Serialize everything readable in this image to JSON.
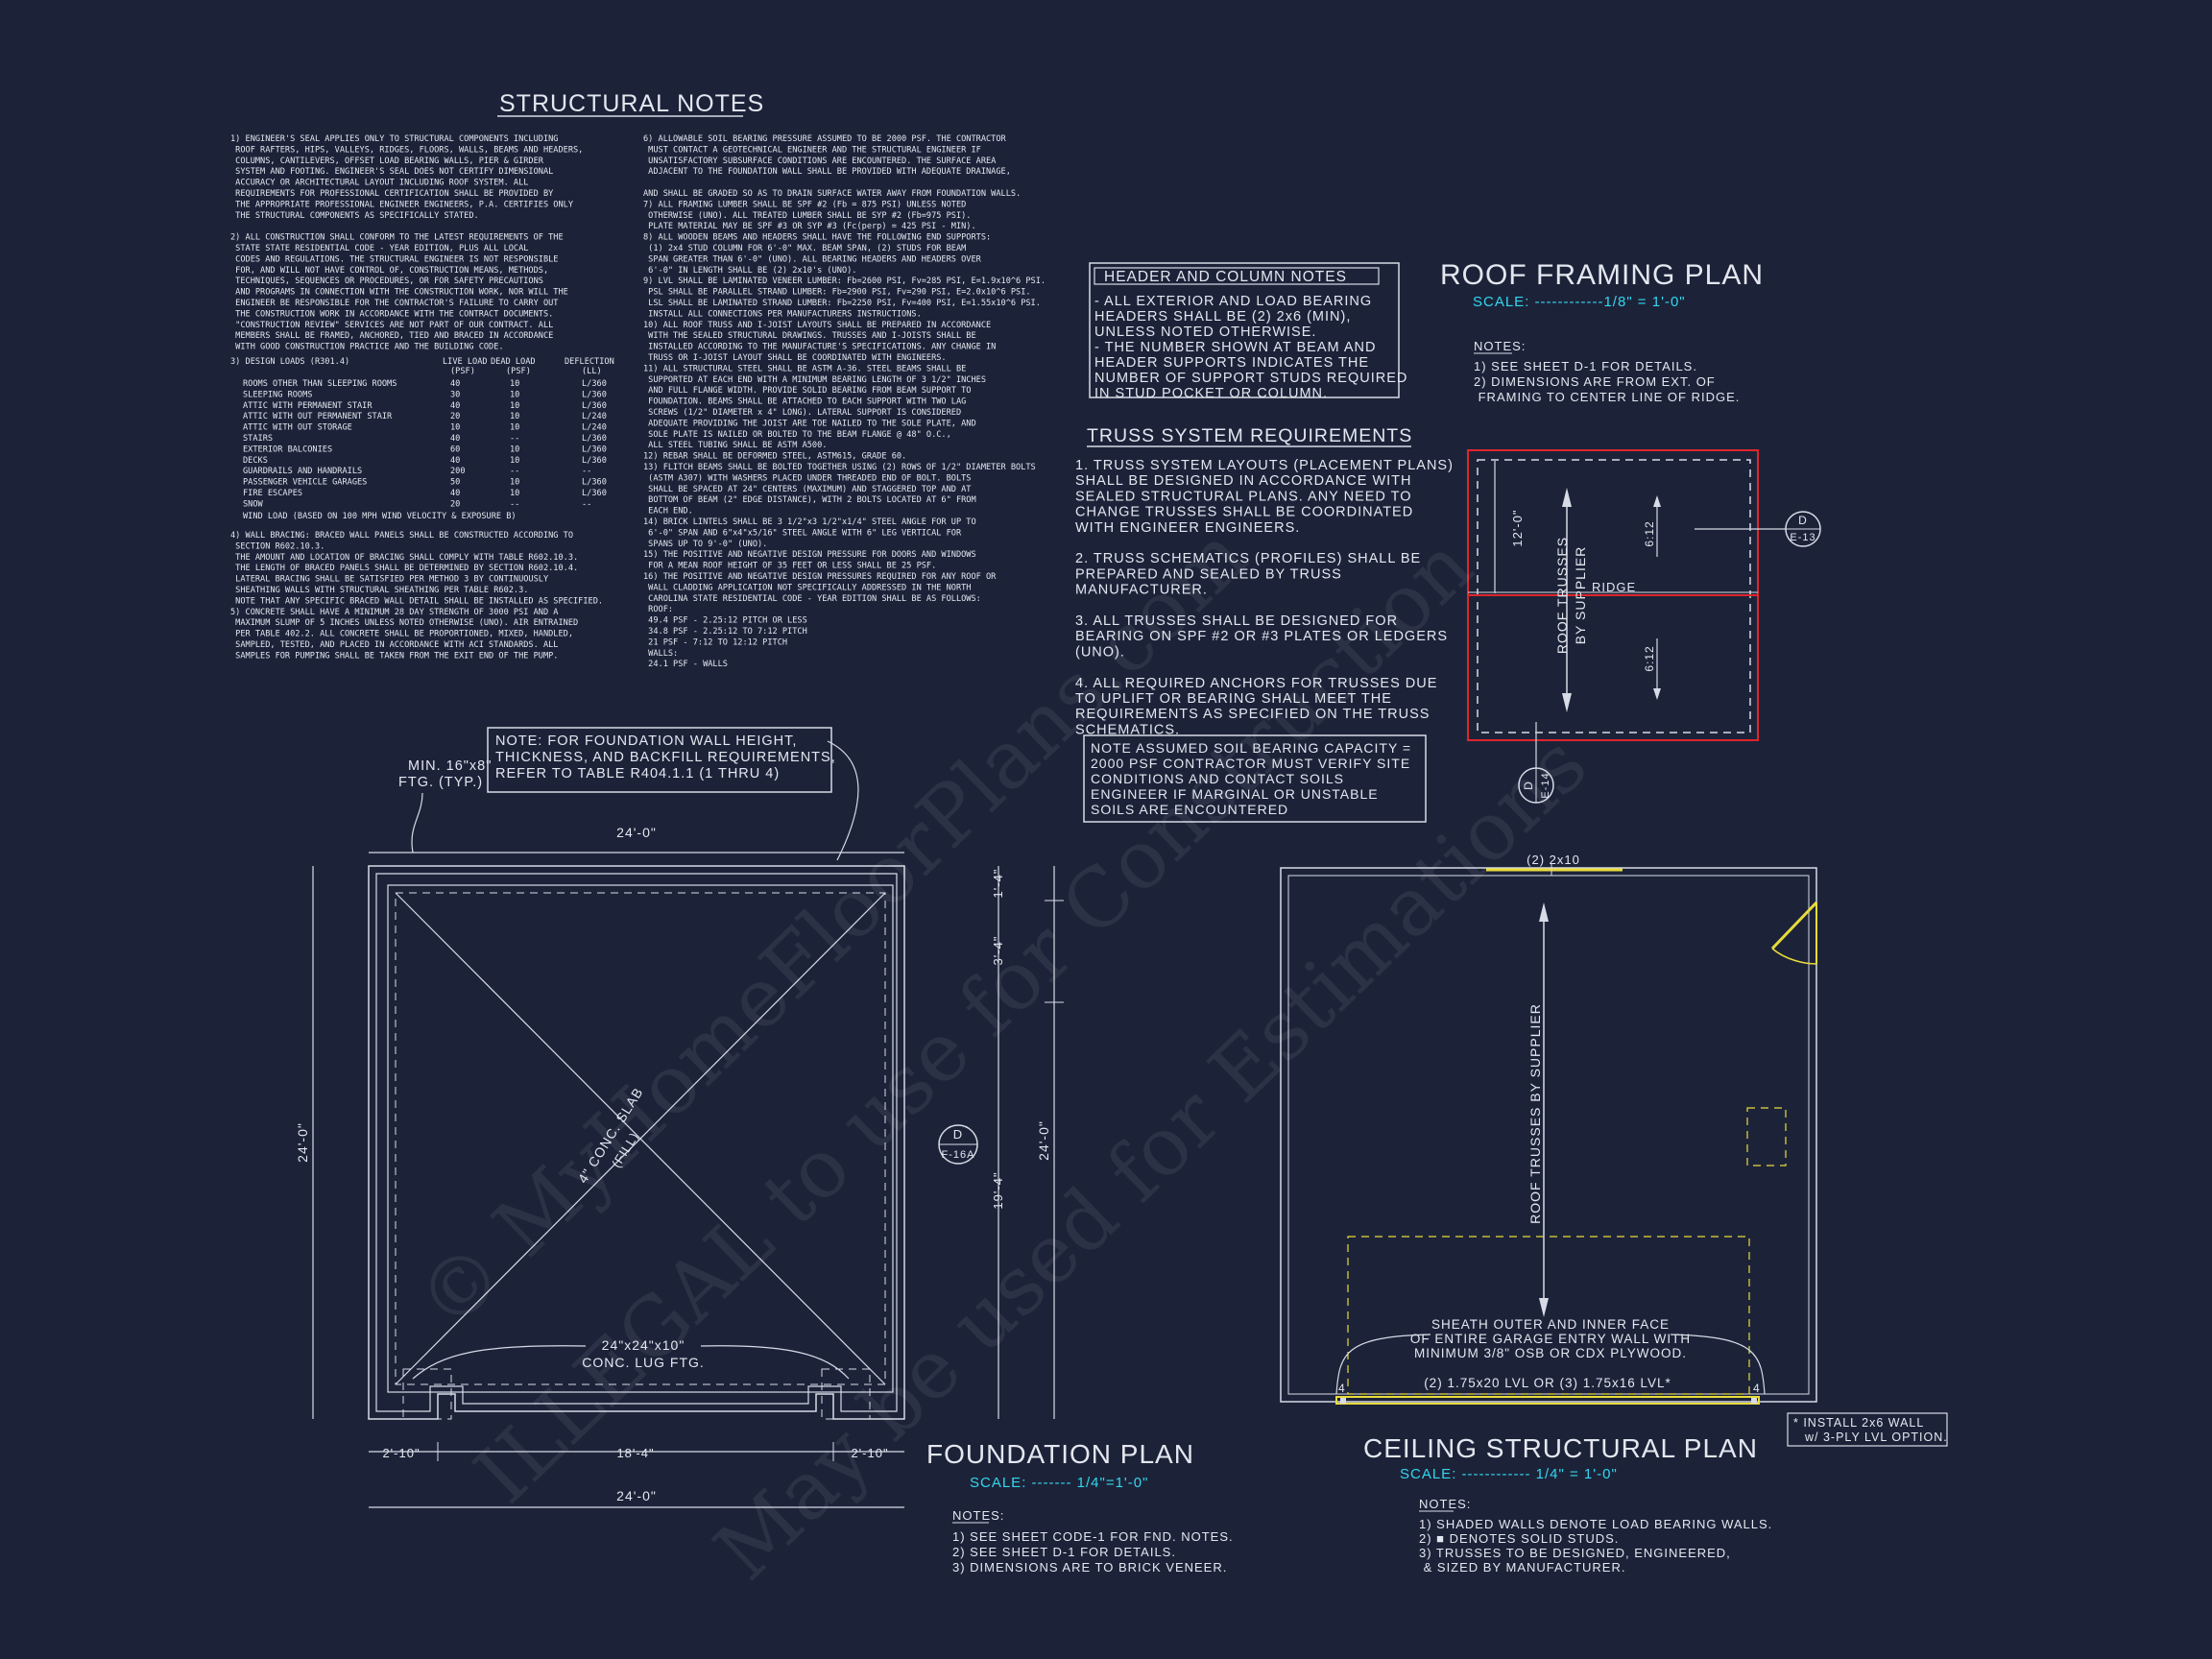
{
  "structural_notes": {
    "title": "STRUCTURAL NOTES",
    "col1": [
      "1) ENGINEER'S SEAL APPLIES ONLY TO STRUCTURAL COMPONENTS INCLUDING",
      "   ROOF RAFTERS, HIPS, VALLEYS, RIDGES, FLOORS, WALLS, BEAMS AND HEADERS,",
      "   COLUMNS, CANTILEVERS, OFFSET LOAD BEARING WALLS, PIER & GIRDER",
      "   SYSTEM AND FOOTING. ENGINEER'S SEAL DOES NOT CERTIFY DIMENSIONAL",
      "   ACCURACY OR ARCHITECTURAL LAYOUT INCLUDING ROOF SYSTEM. ALL",
      "   REQUIREMENTS FOR PROFESSIONAL CERTIFICATION SHALL BE PROVIDED BY",
      "   THE APPROPRIATE PROFESSIONAL ENGINEER ENGINEERS, P.A. CERTIFIES ONLY",
      "   THE STRUCTURAL COMPONENTS AS SPECIFICALLY STATED.",
      "",
      "2) ALL CONSTRUCTION SHALL CONFORM TO THE LATEST REQUIREMENTS OF THE",
      "   STATE STATE RESIDENTIAL CODE - YEAR EDITION, PLUS ALL LOCAL",
      "   CODES AND REGULATIONS. THE STRUCTURAL ENGINEER IS NOT RESPONSIBLE",
      "   FOR, AND WILL NOT HAVE CONTROL OF, CONSTRUCTION MEANS, METHODS,",
      "   TECHNIQUES, SEQUENCES OR PROCEDURES, OR FOR SAFETY PRECAUTIONS",
      "   AND PROGRAMS IN CONNECTION WITH THE CONSTRUCTION WORK, NOR WILL THE",
      "   ENGINEER BE RESPONSIBLE FOR THE CONTRACTOR'S FAILURE TO CARRY OUT",
      "   THE CONSTRUCTION WORK IN ACCORDANCE WITH THE CONTRACT DOCUMENTS.",
      "   \"CONSTRUCTION REVIEW\" SERVICES ARE NOT PART OF OUR CONTRACT. ALL",
      "   MEMBERS SHALL BE FRAMED, ANCHORED, TIED AND BRACED IN ACCORDANCE",
      "   WITH GOOD CONSTRUCTION PRACTICE AND THE BUILDING CODE."
    ],
    "design_loads_heading": "3) DESIGN LOADS (R301.4)",
    "load_headers": [
      "LIVE LOAD",
      "DEAD LOAD",
      "DEFLECTION"
    ],
    "load_units": [
      "(PSF)",
      "(PSF)",
      "(LL)"
    ],
    "loads": [
      [
        "ROOMS OTHER THAN SLEEPING ROOMS",
        "40",
        "10",
        "L/360"
      ],
      [
        "SLEEPING ROOMS",
        "30",
        "10",
        "L/360"
      ],
      [
        "ATTIC WITH PERMANENT STAIR",
        "40",
        "10",
        "L/360"
      ],
      [
        "ATTIC WITH OUT PERMANENT STAIR",
        "20",
        "10",
        "L/240"
      ],
      [
        "ATTIC WITH OUT STORAGE",
        "10",
        "10",
        "L/240"
      ],
      [
        "STAIRS",
        "40",
        "--",
        "L/360"
      ],
      [
        "EXTERIOR BALCONIES",
        "60",
        "10",
        "L/360"
      ],
      [
        "DECKS",
        "40",
        "10",
        "L/360"
      ],
      [
        "GUARDRAILS AND HANDRAILS",
        "200",
        "--",
        "--"
      ],
      [
        "PASSENGER VEHICLE GARAGES",
        "50",
        "10",
        "L/360"
      ],
      [
        "FIRE ESCAPES",
        "40",
        "10",
        "L/360"
      ],
      [
        "SNOW",
        "20",
        "--",
        "--"
      ]
    ],
    "wind_load": "WIND LOAD          (BASED ON 100 MPH WIND VELOCITY & EXPOSURE B)",
    "col1b": [
      "4) WALL BRACING: BRACED WALL PANELS SHALL BE CONSTRUCTED ACCORDING TO",
      "   SECTION R602.10.3.",
      "   THE AMOUNT AND LOCATION OF BRACING SHALL COMPLY WITH TABLE R602.10.3.",
      "   THE LENGTH OF BRACED PANELS SHALL BE DETERMINED BY SECTION R602.10.4.",
      "   LATERAL BRACING SHALL BE SATISFIED PER METHOD 3 BY CONTINUOUSLY",
      "   SHEATHING WALLS WITH STRUCTURAL SHEATHING PER TABLE R602.3.",
      "   NOTE THAT ANY SPECIFIC BRACED WALL DETAIL SHALL BE INSTALLED AS SPECIFIED.",
      "5) CONCRETE SHALL HAVE A MINIMUM 28 DAY STRENGTH OF 3000 PSI AND A",
      "   MAXIMUM SLUMP OF 5 INCHES UNLESS NOTED OTHERWISE (UNO). AIR ENTRAINED",
      "   PER TABLE 402.2. ALL CONCRETE SHALL BE PROPORTIONED, MIXED, HANDLED,",
      "   SAMPLED, TESTED, AND PLACED IN ACCORDANCE WITH ACI STANDARDS. ALL",
      "   SAMPLES FOR PUMPING SHALL BE TAKEN FROM THE EXIT END OF THE PUMP."
    ],
    "col2": [
      "6) ALLOWABLE SOIL BEARING PRESSURE ASSUMED TO BE 2000 PSF. THE CONTRACTOR",
      "   MUST CONTACT A GEOTECHNICAL ENGINEER AND THE STRUCTURAL ENGINEER IF",
      "   UNSATISFACTORY SUBSURFACE CONDITIONS ARE ENCOUNTERED. THE SURFACE AREA",
      "   ADJACENT TO THE FOUNDATION WALL SHALL BE PROVIDED WITH ADEQUATE DRAINAGE,",
      "",
      "AND SHALL BE GRADED SO AS TO DRAIN SURFACE WATER AWAY FROM FOUNDATION WALLS.",
      "7) ALL FRAMING LUMBER SHALL BE SPF #2 (Fb = 875 PSI) UNLESS NOTED",
      "   OTHERWISE (UNO). ALL TREATED LUMBER SHALL BE SYP #2 (Fb=975 PSI).",
      "   PLATE MATERIAL MAY BE SPF #3 OR SYP #3 (Fc(perp) = 425 PSI - MIN).",
      "8) ALL WOODEN BEAMS AND HEADERS SHALL HAVE THE FOLLOWING END SUPPORTS:",
      "   (1) 2x4 STUD COLUMN FOR 6'-0\" MAX. BEAM SPAN, (2) STUDS FOR BEAM",
      "   SPAN GREATER THAN 6'-0\" (UNO). ALL BEARING HEADERS AND HEADERS OVER",
      "   6'-0\" IN LENGTH SHALL BE (2) 2x10's (UNO).",
      "9) LVL SHALL BE LAMINATED VENEER LUMBER: Fb=2600 PSI, Fv=285 PSI, E=1.9x10^6 PSI.",
      "   PSL SHALL BE PARALLEL STRAND LUMBER: Fb=2900 PSI, Fv=290 PSI, E=2.0x10^6 PSI.",
      "   LSL SHALL BE LAMINATED STRAND LUMBER: Fb=2250 PSI, Fv=400 PSI, E=1.55x10^6 PSI.",
      "   INSTALL ALL CONNECTIONS PER MANUFACTURERS INSTRUCTIONS.",
      "10) ALL ROOF TRUSS AND I-JOIST LAYOUTS SHALL BE PREPARED IN ACCORDANCE",
      "   WITH THE SEALED STRUCTURAL DRAWINGS. TRUSSES AND I-JOISTS SHALL BE",
      "   INSTALLED ACCORDING TO THE MANUFACTURE'S SPECIFICATIONS. ANY CHANGE IN",
      "   TRUSS OR I-JOIST LAYOUT SHALL BE COORDINATED WITH ENGINEERS.",
      "11) ALL STRUCTURAL STEEL SHALL BE ASTM A-36. STEEL BEAMS SHALL BE",
      "   SUPPORTED AT EACH END WITH A MINIMUM BEARING LENGTH OF 3 1/2\" INCHES",
      "   AND FULL FLANGE WIDTH. PROVIDE SOLID BEARING FROM BEAM SUPPORT TO",
      "   FOUNDATION. BEAMS SHALL BE ATTACHED TO EACH SUPPORT WITH TWO LAG",
      "   SCREWS (1/2\" DIAMETER x 4\" LONG). LATERAL SUPPORT IS CONSIDERED",
      "   ADEQUATE PROVIDING THE JOIST ARE TOE NAILED TO THE SOLE PLATE, AND",
      "   SOLE PLATE IS NAILED OR BOLTED TO THE BEAM FLANGE @ 48\" O.C.,",
      "   ALL STEEL TUBING SHALL BE ASTM A500.",
      "12) REBAR SHALL BE DEFORMED STEEL, ASTM615, GRADE 60.",
      "13) FLITCH BEAMS SHALL BE BOLTED TOGETHER USING (2) ROWS OF 1/2\" DIAMETER BOLTS",
      "   (ASTM A307) WITH WASHERS PLACED UNDER THREADED END OF BOLT. BOLTS",
      "   SHALL BE SPACED AT 24\" CENTERS (MAXIMUM) AND STAGGERED TOP AND AT",
      "   BOTTOM OF BEAM (2\" EDGE DISTANCE), WITH 2 BOLTS LOCATED AT 6\" FROM",
      "   EACH END.",
      "14) BRICK LINTELS SHALL BE 3 1/2\"x3 1/2\"x1/4\" STEEL ANGLE FOR UP TO",
      "   6'-0\" SPAN AND 6\"x4\"x5/16\" STEEL ANGLE WITH 6\" LEG VERTICAL FOR",
      "   SPANS UP TO 9'-0\" (UNO).",
      "15) THE POSITIVE AND NEGATIVE DESIGN PRESSURE FOR DOORS AND WINDOWS",
      "   FOR A MEAN ROOF HEIGHT OF 35 FEET OR LESS SHALL BE 25 PSF.",
      "16) THE POSITIVE AND NEGATIVE DESIGN PRESSURES REQUIRED FOR ANY ROOF OR",
      "   WALL CLADDING APPLICATION NOT SPECIFICALLY ADDRESSED IN THE NORTH",
      "   CAROLINA STATE RESIDENTIAL CODE - YEAR EDITION SHALL BE AS FOLLOWS:",
      "   ROOF:",
      "   49.4 PSF - 2.25:12 PITCH OR LESS",
      "   34.8 PSF - 2.25:12 TO 7:12 PITCH",
      "   21 PSF - 7:12 TO 12:12 PITCH",
      "   WALLS:",
      "   24.1 PSF - WALLS"
    ]
  },
  "header_notes": {
    "title": "HEADER AND COLUMN NOTES",
    "lines": [
      "- ALL EXTERIOR AND LOAD BEARING",
      "HEADERS SHALL BE (2) 2x6 (MIN),",
      "UNLESS NOTED OTHERWISE.",
      "- THE NUMBER SHOWN AT BEAM AND",
      "HEADER SUPPORTS INDICATES THE",
      "NUMBER OF SUPPORT STUDS REQUIRED",
      "IN STUD POCKET OR COLUMN."
    ]
  },
  "truss_requirements": {
    "title": "TRUSS SYSTEM REQUIREMENTS",
    "lines": [
      "1. TRUSS SYSTEM LAYOUTS (PLACEMENT PLANS)",
      "SHALL BE DESIGNED IN ACCORDANCE WITH",
      "SEALED STRUCTURAL PLANS. ANY NEED TO",
      "CHANGE TRUSSES SHALL BE COORDINATED",
      "WITH ENGINEER ENGINEERS.",
      "",
      "2. TRUSS SCHEMATICS (PROFILES) SHALL BE",
      "PREPARED AND SEALED BY TRUSS",
      "MANUFACTURER.",
      "",
      "3. ALL TRUSSES SHALL BE DESIGNED FOR",
      "BEARING ON SPF #2 OR #3 PLATES OR LEDGERS",
      "(UNO).",
      "",
      "4. ALL REQUIRED ANCHORS FOR TRUSSES DUE",
      "TO UPLIFT OR BEARING SHALL MEET THE",
      "REQUIREMENTS AS SPECIFIED ON THE TRUSS",
      "SCHEMATICS."
    ]
  },
  "soil_note": {
    "lines": [
      "NOTE ASSUMED SOIL BEARING CAPACITY =",
      "2000 PSF CONTRACTOR MUST VERIFY SITE",
      "CONDITIONS AND CONTACT SOILS",
      "ENGINEER IF MARGINAL OR UNSTABLE",
      "SOILS ARE ENCOUNTERED"
    ]
  },
  "roof_plan": {
    "title": "ROOF FRAMING PLAN",
    "scale": "SCALE: ------------1/8\" = 1'-0\"",
    "notes_heading": "NOTES:",
    "notes": [
      "1)  SEE SHEET D-1 FOR DETAILS.",
      "2)  DIMENSIONS ARE FROM EXT. OF",
      "     FRAMING TO CENTER LINE OF RIDGE."
    ],
    "dim_left": "12'-0\"",
    "pitch_top": "6:12",
    "pitch_bottom": "6:12",
    "ridge": "RIDGE",
    "truss_label_1": "ROOF TRUSSES",
    "truss_label_2": "BY SUPPLIER",
    "detail_d1": "D",
    "detail_d1_ref": "E-13",
    "detail_d2": "D",
    "detail_d2_ref": "E-14"
  },
  "foundation_plan": {
    "title": "FOUNDATION PLAN",
    "scale": "SCALE: ------- 1/4\"=1'-0\"",
    "notes_heading": "NOTES:",
    "notes": [
      "1)  SEE SHEET CODE-1 FOR FND. NOTES.",
      "2)  SEE SHEET D-1 FOR DETAILS.",
      "3)  DIMENSIONS ARE TO BRICK VENEER."
    ],
    "ftg_note_1": "MIN. 16\"x8\"",
    "ftg_note_2": "FTG. (TYP.)",
    "wall_note": [
      "NOTE: FOR FOUNDATION WALL HEIGHT,",
      "THICKNESS, AND BACKFILL REQUIREMENTS,",
      "REFER TO TABLE R404.1.1 (1 THRU 4)"
    ],
    "dim_top": "24'-0\"",
    "dim_left": "24'-0\"",
    "dim_right": "24'-0\"",
    "dim_r1": "1'-4\"",
    "dim_r2": "3'-4\"",
    "dim_r3": "19'-4\"",
    "dim_b1": "2'-10\"",
    "dim_b2": "18'-4\"",
    "dim_b3": "2'-10\"",
    "dim_bottom": "24'-0\"",
    "slab_1": "4\" CONC. SLAB",
    "slab_2": "(FILL)",
    "lug_1": "24\"x24\"x10\"",
    "lug_2": "CONC. LUG FTG.",
    "detail": "D",
    "detail_ref": "F-16A"
  },
  "ceiling_plan": {
    "title": "CEILING STRUCTURAL PLAN",
    "scale": "SCALE: ------------ 1/4\" = 1'-0\"",
    "notes_heading": "NOTES:",
    "notes": [
      "1) SHADED WALLS DENOTE LOAD BEARING WALLS.",
      "2) ■ DENOTES SOLID STUDS.",
      "3) TRUSSES TO BE DESIGNED, ENGINEERED,",
      "    & SIZED BY MANUFACTURER."
    ],
    "header_top": "(2) 2x10",
    "truss_label": "ROOF TRUSSES BY SUPPLIER",
    "sheath": [
      "SHEATH OUTER AND INNER FACE",
      "OF ENTIRE GARAGE ENTRY WALL WITH",
      "MINIMUM 3/8\" OSB OR CDX PLYWOOD."
    ],
    "lvl": "(2) 1.75x20 LVL OR (3) 1.75x16 LVL*",
    "stud_left": "4",
    "stud_right": "4",
    "install_1": "* INSTALL 2x6 WALL",
    "install_2": "w/ 3-PLY LVL OPTION."
  },
  "watermark": {
    "line1": "© MyHomeFloorPlans.com",
    "line2": "ILLEGAL to use for Construction",
    "line3": "May be used for Estimations"
  }
}
